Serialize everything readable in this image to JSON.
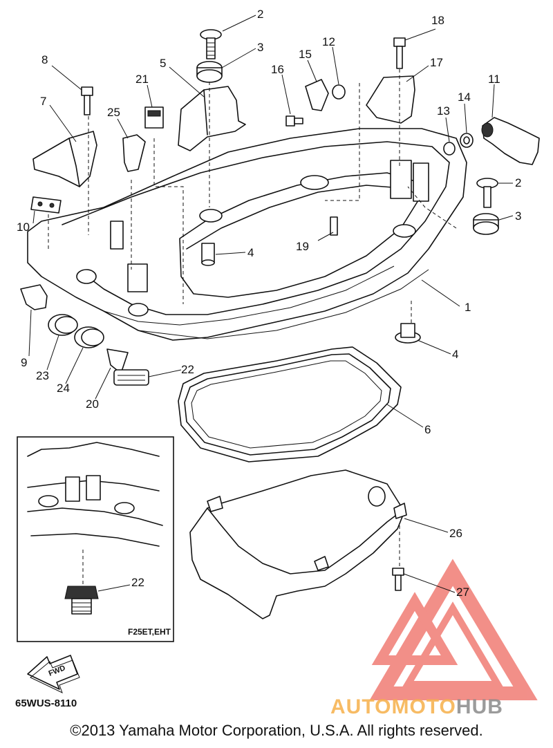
{
  "diagram": {
    "part_labels": [
      "1",
      "2",
      "3",
      "4",
      "5",
      "6",
      "7",
      "8",
      "9",
      "10",
      "11",
      "12",
      "13",
      "14",
      "15",
      "16",
      "17",
      "18",
      "19",
      "20",
      "21",
      "22",
      "23",
      "24",
      "25",
      "26",
      "27"
    ],
    "extra_labels": {
      "label_2b": "2",
      "label_3b": "3",
      "label_4b": "4",
      "label_22b": "22"
    },
    "inset_caption": "F25ET,EHT",
    "fwd_text": "FWD",
    "catalog_code": "65WUS-8110",
    "copyright": "©2013 Yamaha Motor Corporation, U.S.A. All rights reserved."
  },
  "watermark": {
    "brand_part1": "AUTOMOTO",
    "brand_part2": "HUB",
    "colors": {
      "orange": "#f6b04a",
      "red": "#ee6a61",
      "gray": "#8a8a8a"
    }
  }
}
